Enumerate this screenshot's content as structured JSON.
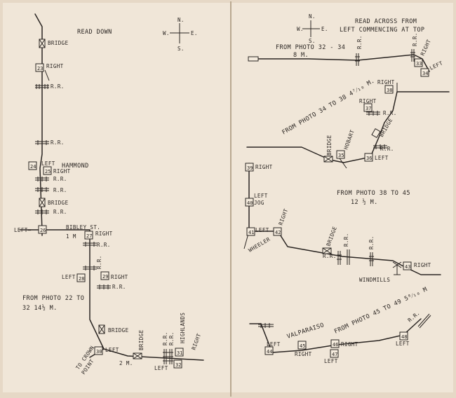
{
  "left_page": {
    "heading": "READ DOWN",
    "compass": {
      "n": "N.",
      "s": "S.",
      "e": "E.",
      "w": "W."
    },
    "labels": {
      "bridge1": "BRIDGE",
      "right23": "RIGHT",
      "rr1": "R.R.",
      "rr2": "R.R.",
      "left24": "LEFT",
      "hammond": "HAMMOND",
      "right25": "RIGHT",
      "rr3": "R.R.",
      "rr4": "R.R.",
      "bridge2": "BRIDGE",
      "rr5": "R.R.",
      "left26": "LEFT—",
      "bibley": "BIBLEY ST.",
      "one_m": "1 M",
      "right27": "RIGHT",
      "rr6": "R.R.",
      "rr7": "R.R.",
      "left28": "LEFT",
      "right29": "RIGHT",
      "rr8": "R.R.",
      "from1": "FROM PHOTO 22 TO",
      "from2": "32  14½ M.",
      "bridge3": "BRIDGE",
      "left30": "LEFT",
      "bridge4": "BRIDGE",
      "crown": "TO CROWN",
      "point": "POINT",
      "two_m": "2 M.",
      "rr9": "R.R.",
      "rr10": "R.R.",
      "highlands": "HIGHLANDS",
      "right31": "RIGHT",
      "left32": "LEFT"
    },
    "photos": [
      "23",
      "24",
      "25",
      "26",
      "27",
      "28",
      "29",
      "30",
      "31",
      "32"
    ]
  },
  "right_page": {
    "heading1": "READ ACROSS FROM",
    "heading2": "LEFT COMMENCING AT TOP",
    "compass": {
      "n": "N.",
      "s": "S.",
      "e": "E.",
      "w": "W."
    },
    "sec1": {
      "title": "FROM PHOTO 32 - 34",
      "dist": "8 M.",
      "rr": "R.R.",
      "rr2": "R.R.",
      "right": "RIGHT",
      "left": "LEFT"
    },
    "sec2": {
      "title": "FROM PHOTO 34 TO 38  4⁷⁄₁₀ M.",
      "right38": "RIGHT",
      "right37": "RIGHT",
      "rr": "R.R.",
      "hobart": "HOBART",
      "bridge": "BRIDGE",
      "bridge2": "BRIDGE",
      "rr2": "R.R.",
      "left36": "LEFT"
    },
    "sec3": {
      "title": "FROM PHOTO 38 TO 45",
      "dist": "12 ½ M.",
      "right39": "RIGHT",
      "left40": "LEFT",
      "jog": "JOG",
      "left41": "LEFT",
      "wheeler": "WHEELER",
      "right42": "RIGHT",
      "bridge": "BRIDGE",
      "rr1": "R.R.",
      "rr2": "R.R.",
      "rr3": "R.R.",
      "windmills": "WINDMILLS",
      "right43": "RIGHT"
    },
    "sec4": {
      "title1": "FROM PHOTO 45 TO 49  5⁸⁄₁₀ M",
      "valparaiso": "VALPARAISO",
      "left44": "LEFT",
      "right45": "RIGHT",
      "left47": "LEFT",
      "right46": "RIGHT",
      "left48": "LEFT",
      "rr": "R.R."
    },
    "photos": [
      "33",
      "34",
      "35",
      "36",
      "37",
      "38",
      "39",
      "40",
      "41",
      "42",
      "43",
      "44",
      "45",
      "46",
      "47",
      "48"
    ]
  }
}
